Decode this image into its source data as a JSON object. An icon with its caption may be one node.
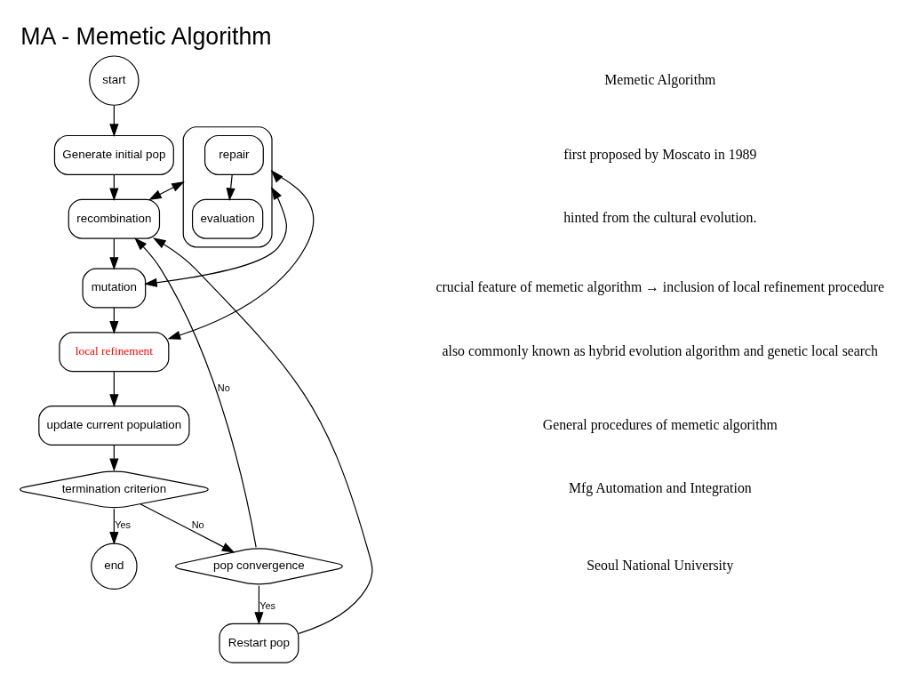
{
  "diagram": {
    "title": "MA - Memetic Algorithm",
    "nodes": [
      {
        "text": [
          "start"
        ]
      },
      {
        "text": [
          "Generate initial pop"
        ]
      },
      {
        "text": [
          "recombination"
        ]
      },
      {
        "text": [
          "mutation"
        ]
      },
      {
        "text": [
          "local refinement"
        ]
      },
      {
        "text": [
          "update current population"
        ]
      },
      {
        "text": [
          "termination criterion"
        ]
      },
      {
        "text": [
          "end"
        ]
      },
      {
        "text": [
          "pop convergence"
        ]
      },
      {
        "text": [
          "Restart pop"
        ]
      },
      {
        "text": [],
        "shape": "box"
      },
      {
        "text": [
          "repair"
        ],
        "in": 10
      },
      {
        "text": [
          "evaluation"
        ],
        "in": 10
      }
    ],
    "edges": [
      {
        "from": 0,
        "to": 1,
        "arrow": "to"
      },
      {
        "from": 1,
        "to": 2,
        "arrow": "to"
      },
      {
        "from": 2,
        "to": 3,
        "arrow": "to"
      },
      {
        "from": 3,
        "to": 4,
        "arrow": "to"
      },
      {
        "from": 4,
        "to": 5,
        "arrow": "to"
      },
      {
        "from": 5,
        "to": 6,
        "arrow": "to"
      },
      {
        "from": 6,
        "to": 7,
        "arrow": "to",
        "label": "Yes"
      },
      {
        "from": 6,
        "to": 8,
        "arrow": "to",
        "label": "No"
      },
      {
        "from": 8,
        "to": 9,
        "arrow": "to",
        "label": "Yes"
      },
      {
        "from": 8,
        "to": 2,
        "arrow": "to",
        "label": "No"
      },
      {
        "from": 9,
        "to": 2,
        "arrow": "to"
      },
      {
        "from": 10,
        "to": 2,
        "arrow": "both"
      },
      {
        "from": 10,
        "to": 3,
        "arrow": "both"
      },
      {
        "from": 10,
        "to": 4,
        "arrow": "both"
      },
      {
        "from": 11,
        "to": 12,
        "arrow": "to"
      }
    ],
    "labels": [
      "Memetic Algorithm",
      "first proposed by Moscato in 1989",
      "hinted from the cultural evolution.",
      "crucial feature of memetic algorithm → inclusion of local refinement procedure",
      "also commonly known as hybrid evolution algorithm and genetic local search",
      "General procedures of memetic algorithm",
      "Mfg Automation and Integration",
      "Seoul National University"
    ]
  }
}
